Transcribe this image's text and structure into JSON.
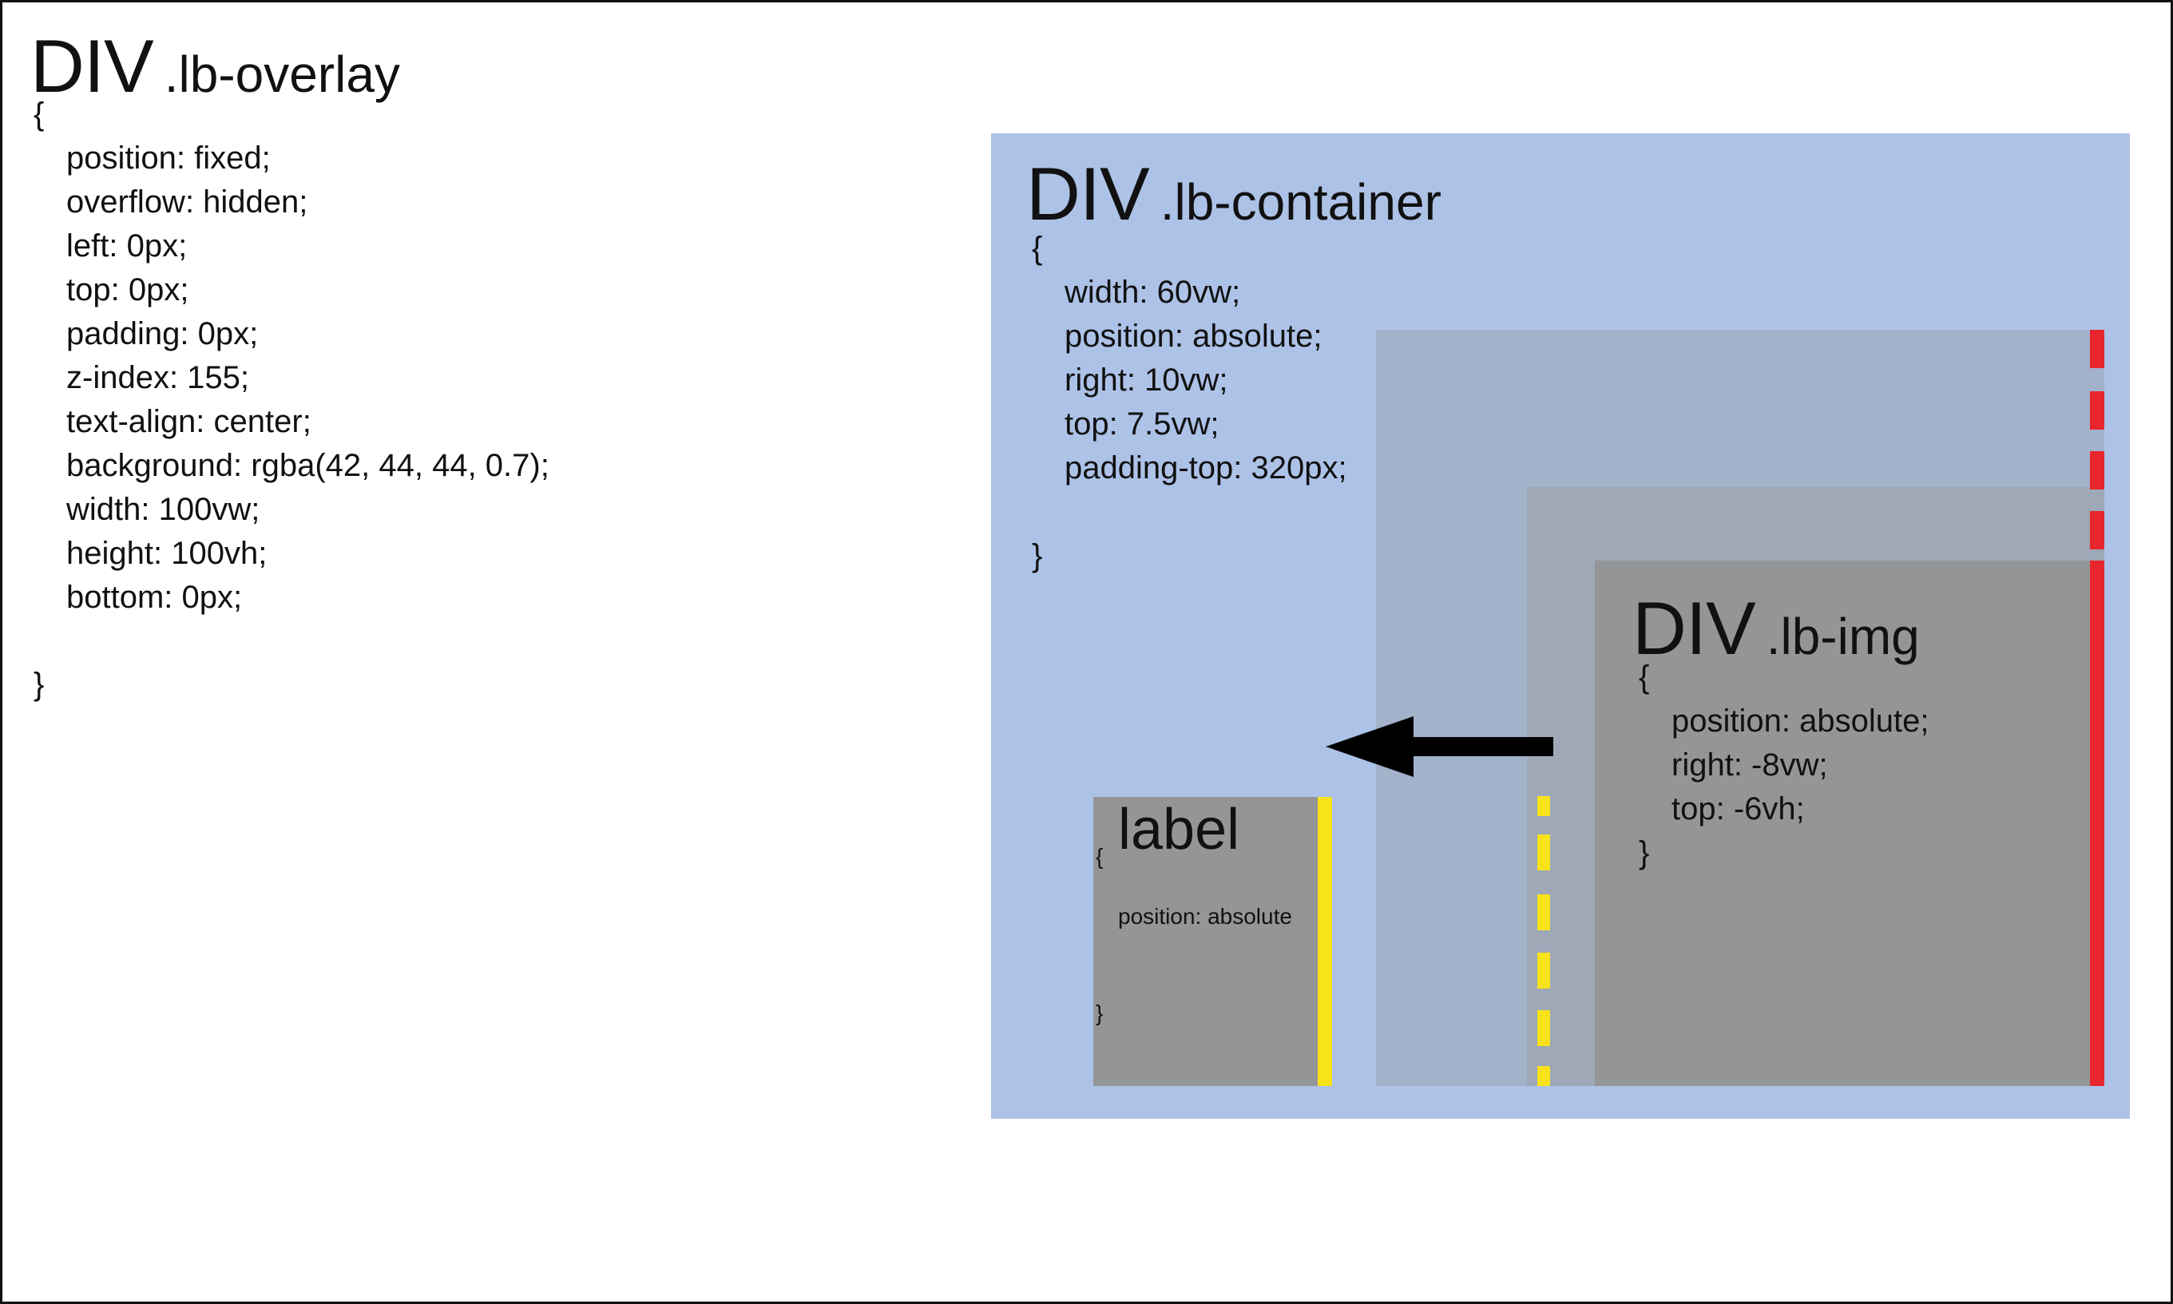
{
  "overlay": {
    "tag": "DIV",
    "class_name": ".lb-overlay",
    "open_brace": "{",
    "props": [
      "position: fixed;",
      "overflow: hidden;",
      "left: 0px;",
      "top: 0px;",
      "padding: 0px;",
      "z-index: 155;",
      "text-align: center;",
      "background: rgba(42, 44, 44, 0.7);",
      "width: 100vw;",
      "height: 100vh;",
      "bottom: 0px;"
    ],
    "close_brace": "}"
  },
  "container": {
    "tag": "DIV",
    "class_name": ".lb-container",
    "open_brace": "{",
    "props": [
      "width: 60vw;",
      "position: absolute;",
      "right: 10vw;",
      "top: 7.5vw;",
      "padding-top: 320px;"
    ],
    "close_brace": "}",
    "color": "#adc2e7"
  },
  "img": {
    "tag": "DIV",
    "class_name": ".lb-img",
    "open_brace": "{",
    "props": [
      "position: absolute;",
      "right: -8vw;",
      "top: -6vh;"
    ],
    "close_brace": "}",
    "color": "#949596"
  },
  "label": {
    "tag": "label",
    "open_brace": "{",
    "prop": "position: absolute",
    "close_brace": "}"
  },
  "colors": {
    "red_edge": "#e8262d",
    "yellow_edge": "#f8e21a",
    "arrow": "#000000"
  },
  "icons": {
    "arrow": "arrow-left-icon"
  }
}
